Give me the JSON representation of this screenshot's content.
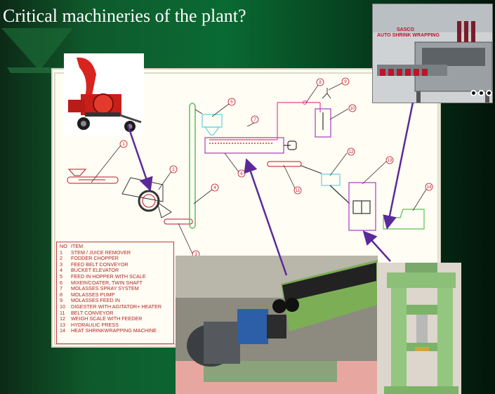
{
  "slide": {
    "title": "Critical machineries of the plant?"
  },
  "diagram": {
    "callouts": [
      "1",
      "2",
      "3",
      "4",
      "5",
      "6",
      "7",
      "8",
      "9",
      "10",
      "11",
      "12",
      "13",
      "14"
    ]
  },
  "legend": {
    "header": {
      "no": "NO",
      "item": "ITEM"
    },
    "rows": [
      {
        "no": "1",
        "item": "STEM / JUICE REMOVER"
      },
      {
        "no": "2",
        "item": "FODDER CHOPPER"
      },
      {
        "no": "3",
        "item": "FEED BELT CONVEYOR"
      },
      {
        "no": "4",
        "item": "BUCKET ELEVATOR"
      },
      {
        "no": "5",
        "item": "FEED IN HOPPER WITH SCALE"
      },
      {
        "no": "6",
        "item": "MIXER/COATER, TWIN SHAFT"
      },
      {
        "no": "7",
        "item": "MOLASSES SPRAY SYSTEM"
      },
      {
        "no": "8",
        "item": "MOLASSES PUMP"
      },
      {
        "no": "9",
        "item": "MOLASSES FEED IN"
      },
      {
        "no": "10",
        "item": "DIGESTER WITH AGITATOR+ HEATER"
      },
      {
        "no": "11",
        "item": "BELT CONVEYOR"
      },
      {
        "no": "12",
        "item": "WEIGH SCALE WITH FEEDER"
      },
      {
        "no": "13",
        "item": "HYDRAULIC PRESS"
      },
      {
        "no": "14",
        "item": "HEAT SHRINKWRAPPING MACHINE"
      }
    ]
  },
  "photos": {
    "shrink_brand": "SASCO",
    "shrink_caption": "AUTO SHRINK WRAPPING"
  },
  "colors": {
    "arrow": "#5a2a9a",
    "pink": "#e0449a",
    "green": "#57c257",
    "purple": "#a63cc4",
    "cyan": "#5fd3e0",
    "legend_text": "#b22222"
  }
}
